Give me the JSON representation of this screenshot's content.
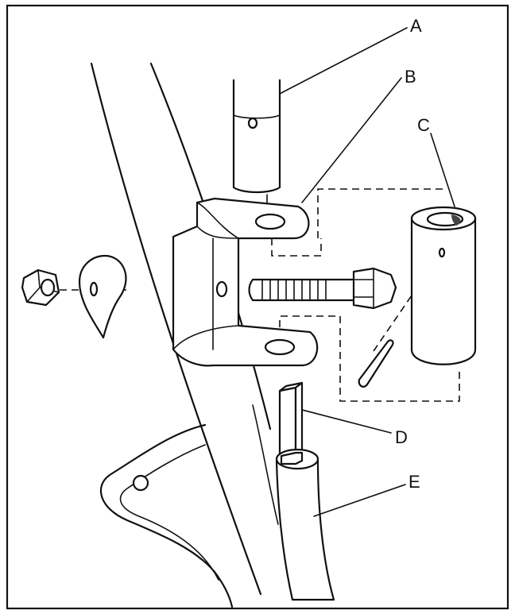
{
  "labels": {
    "a": "A",
    "b": "B",
    "c": "C",
    "d": "D",
    "e": "E"
  },
  "colors": {
    "ink": "#111111",
    "paper": "#ffffff"
  }
}
